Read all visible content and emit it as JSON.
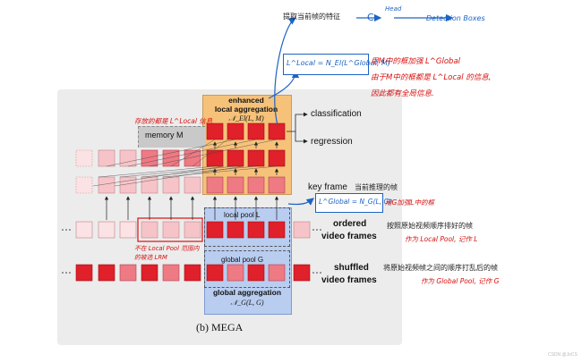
{
  "caption": "(b)  MEGA",
  "enhanced_box": {
    "title_line1": "enhanced",
    "title_line2": "local aggregation",
    "formula": "𝒩_El(L, M)"
  },
  "memory_label": "memory M",
  "outputs": {
    "classification": "classification",
    "regression": "regression"
  },
  "key_frame_label": "key frame",
  "local_pool_label": "local pool L",
  "global_pool_label": "global pool G",
  "global_agg": {
    "title": "global aggregation",
    "formula": "𝒩_G(L, G)"
  },
  "ordered_label": [
    "ordered",
    "video frames"
  ],
  "shuffled_label": [
    "shuffled",
    "video frames"
  ],
  "ellipsis": "...",
  "colors": {
    "panel_bg": "#ececec",
    "enhanced_bg": "#f6c27a",
    "memory_bg": "#c9c9c9",
    "global_bg": "#b9cdf0",
    "cell_dark": "#e0202a",
    "cell_mid": "#ee7a83",
    "cell_light": "#f6c4c8",
    "annotation_blue": "#1d63c4",
    "annotation_red": "#d81010"
  },
  "annotations": {
    "top_note": "提取当前帧的特征",
    "head_label": "Head",
    "c_symbol": "C",
    "detection_boxes": "Detection Boxes",
    "formula_el": "L^Local = N_El(L^Global, M)",
    "note_el_line1": "用M中的框加强 L^Global",
    "note_el_line2": "由于M中的框都是 L^Local 的信息,",
    "note_el_line3": "因此都有全局信息.",
    "memory_note": "存放的都是 L^Local 信息",
    "keyframe_note": "当前推理的帧",
    "formula_g": "L^Global = N_G(L, G)",
    "formula_g_note": "用G加强L中的框",
    "ordered_note_line1": "按照原始视频顺序排好的帧",
    "ordered_note_line2": "作为 Local Pool, 记作 L",
    "lrm_note_line1": "不在 Local Pool 范围内",
    "lrm_note_line2": "的被选 LRM",
    "shuffled_note_line1": "将原始视频帧之间的顺序打乱后的帧",
    "shuffled_note_line2": "作为 Global Pool, 记作 G",
    "watermark": "CSDN @JoCS"
  }
}
